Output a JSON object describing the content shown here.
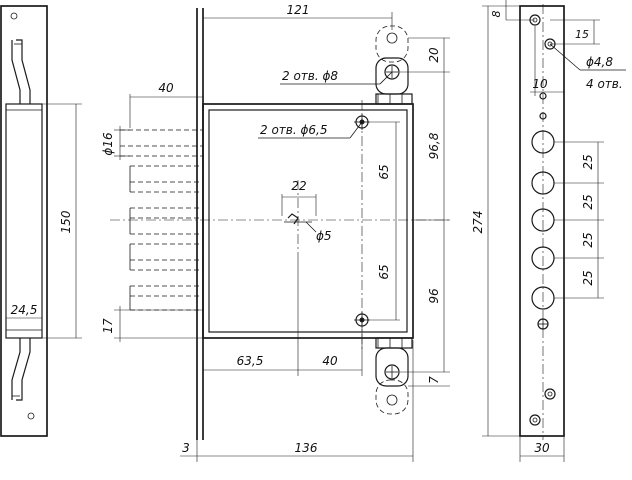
{
  "drawing": {
    "labels": {
      "d121": "121",
      "d40_top": "40",
      "d8": "8",
      "d15": "15",
      "d20": "20",
      "hole8": "2 отв. ϕ8",
      "hole48_dia": "ϕ4,8",
      "hole48_count": "4 отв.",
      "d10": "10",
      "hole65": "2 отв. ϕ6,5",
      "d968": "96,8",
      "d16": "ϕ16",
      "d22": "22",
      "d65_upper": "65",
      "d5": "ϕ5",
      "d150": "150",
      "d274": "274",
      "d25_1": "25",
      "d25_2": "25",
      "d25_3": "25",
      "d25_4": "25",
      "d65_lower": "65",
      "d96": "96",
      "d245": "24,5",
      "d17": "17",
      "d635": "63,5",
      "d40_bottom": "40",
      "d7": "7",
      "d3": "3",
      "d136": "136",
      "d30": "30"
    }
  }
}
